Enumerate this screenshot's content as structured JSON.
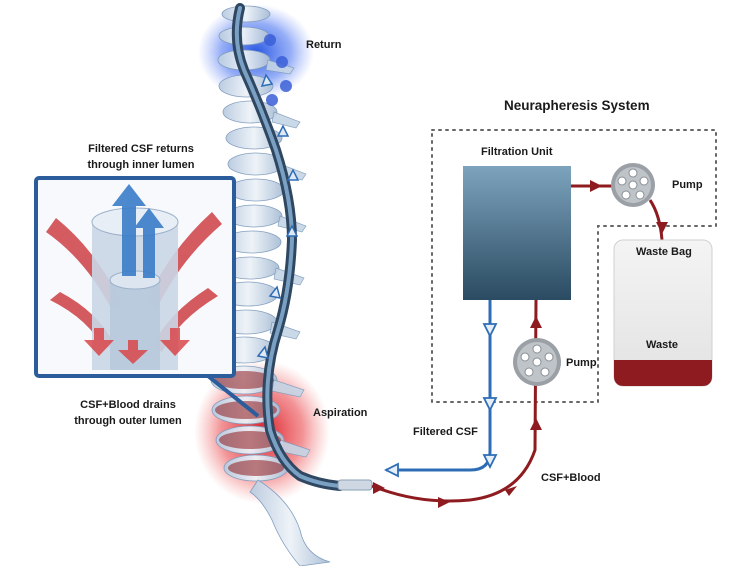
{
  "title": "Neurapheresis System",
  "labels": {
    "return": "Return",
    "aspiration": "Aspiration",
    "filtered_returns": "Filtered CSF returns through inner lumen",
    "drains": "CSF+Blood drains through outer lumen",
    "filtration_unit": "Filtration Unit",
    "pump_top": "Pump",
    "pump_mid": "Pump",
    "waste_bag": "Waste Bag",
    "waste": "Waste",
    "filtered_csf": "Filtered CSF",
    "csf_blood": "CSF+Blood"
  },
  "colors": {
    "blue_flow": "#2e6db5",
    "red_flow": "#8e1b1f",
    "filter_top": "#6a93ad",
    "filter_bottom": "#2d4f66",
    "waste_fill": "#8e1b1f",
    "inset_border": "#2b5d9c"
  },
  "icons": [
    "spine-illustration",
    "catheter",
    "lumen-inset",
    "pump-icon",
    "waste-bag"
  ]
}
